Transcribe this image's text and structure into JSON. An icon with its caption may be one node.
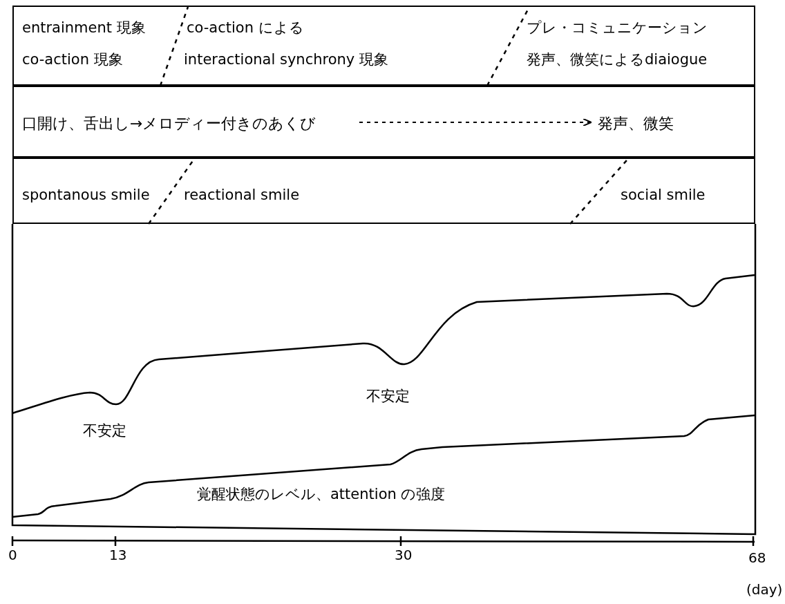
{
  "diagram": {
    "nodes": [
      {
        "text": [
          "entrainment 現象",
          "co-action 現象",
          "co-action による",
          "interactional synchrony 現象",
          "プレ・コミュニケーション",
          "発声、微笑によるdiaiogue"
        ]
      },
      {
        "text": [],
        "shape": "box"
      },
      {
        "text": [
          "口開け、舌出し→メロディー付きのあくび"
        ],
        "in": 1
      },
      {
        "text": [
          "発声、微笑"
        ],
        "in": 1
      },
      {
        "text": [
          "spontanous smile",
          "reactional smile",
          "social smile"
        ]
      }
    ],
    "edges": [
      {
        "from": 2,
        "to": 3,
        "arrow": "to",
        "style": "dashed"
      }
    ],
    "labels": [
      "不安定",
      "不安定",
      "覚醒状態のレベル、attention の強度",
      "0",
      "13",
      "30",
      "68",
      "(day)"
    ]
  }
}
